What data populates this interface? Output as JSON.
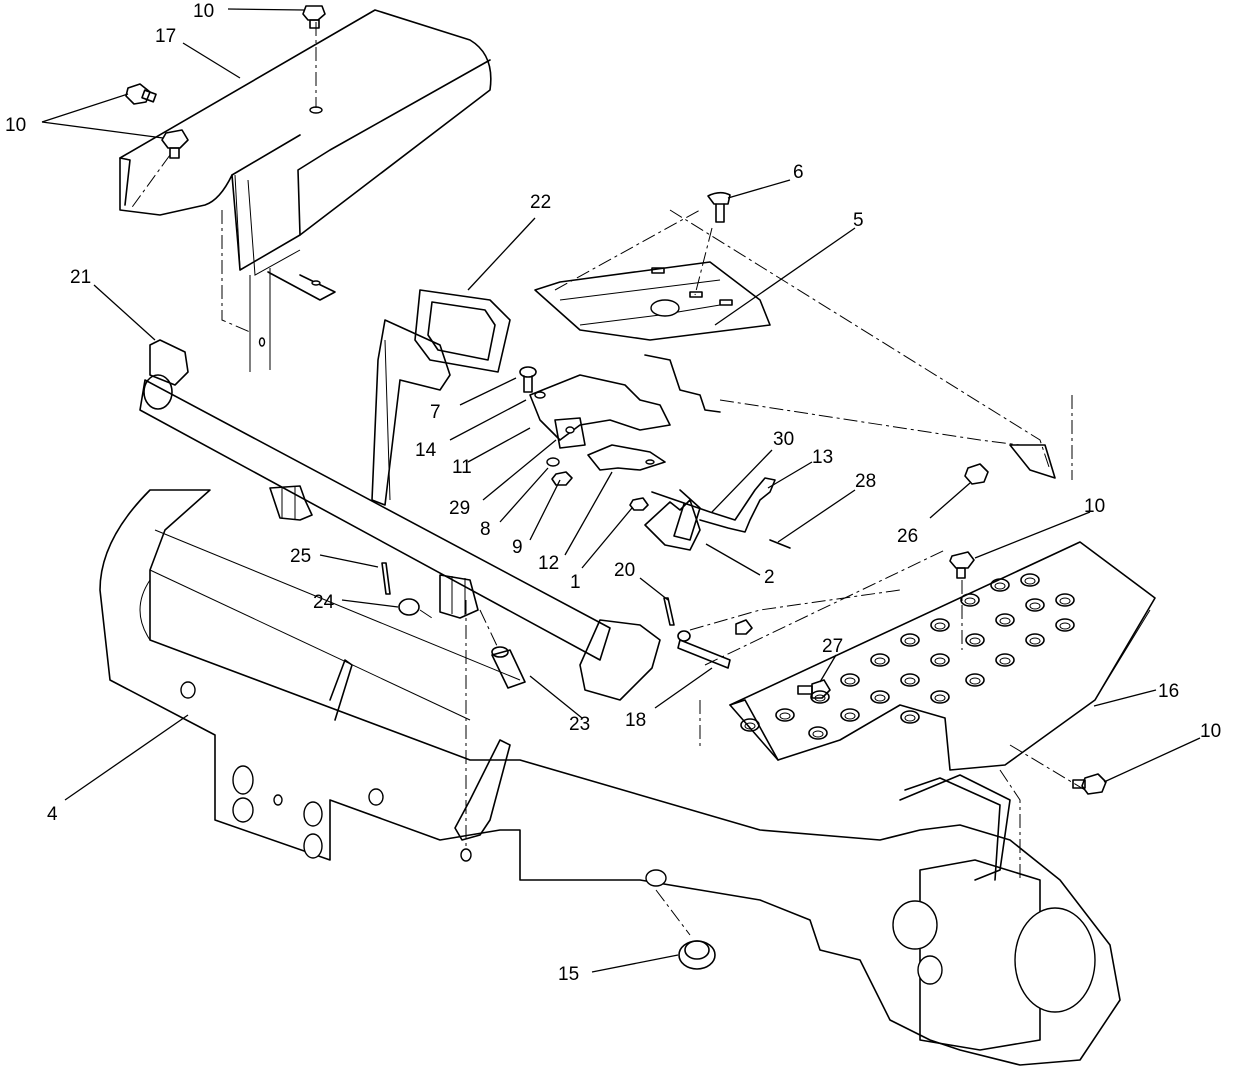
{
  "callouts": [
    {
      "id": "c10a",
      "text": "10"
    },
    {
      "id": "c17",
      "text": "17"
    },
    {
      "id": "c10b",
      "text": "10"
    },
    {
      "id": "c21",
      "text": "21"
    },
    {
      "id": "c22",
      "text": "22"
    },
    {
      "id": "c6",
      "text": "6"
    },
    {
      "id": "c5",
      "text": "5"
    },
    {
      "id": "c7",
      "text": "7"
    },
    {
      "id": "c14",
      "text": "14"
    },
    {
      "id": "c11",
      "text": "11"
    },
    {
      "id": "c29",
      "text": "29"
    },
    {
      "id": "c8",
      "text": "8"
    },
    {
      "id": "c9",
      "text": "9"
    },
    {
      "id": "c12",
      "text": "12"
    },
    {
      "id": "c1",
      "text": "1"
    },
    {
      "id": "c30",
      "text": "30"
    },
    {
      "id": "c13",
      "text": "13"
    },
    {
      "id": "c28",
      "text": "28"
    },
    {
      "id": "c2",
      "text": "2"
    },
    {
      "id": "c26",
      "text": "26"
    },
    {
      "id": "c10c",
      "text": "10"
    },
    {
      "id": "c25",
      "text": "25"
    },
    {
      "id": "c24",
      "text": "24"
    },
    {
      "id": "c20",
      "text": "20"
    },
    {
      "id": "c27",
      "text": "27"
    },
    {
      "id": "c16",
      "text": "16"
    },
    {
      "id": "c10d",
      "text": "10"
    },
    {
      "id": "c23",
      "text": "23"
    },
    {
      "id": "c18",
      "text": "18"
    },
    {
      "id": "c4",
      "text": "4"
    },
    {
      "id": "c15",
      "text": "15"
    }
  ]
}
